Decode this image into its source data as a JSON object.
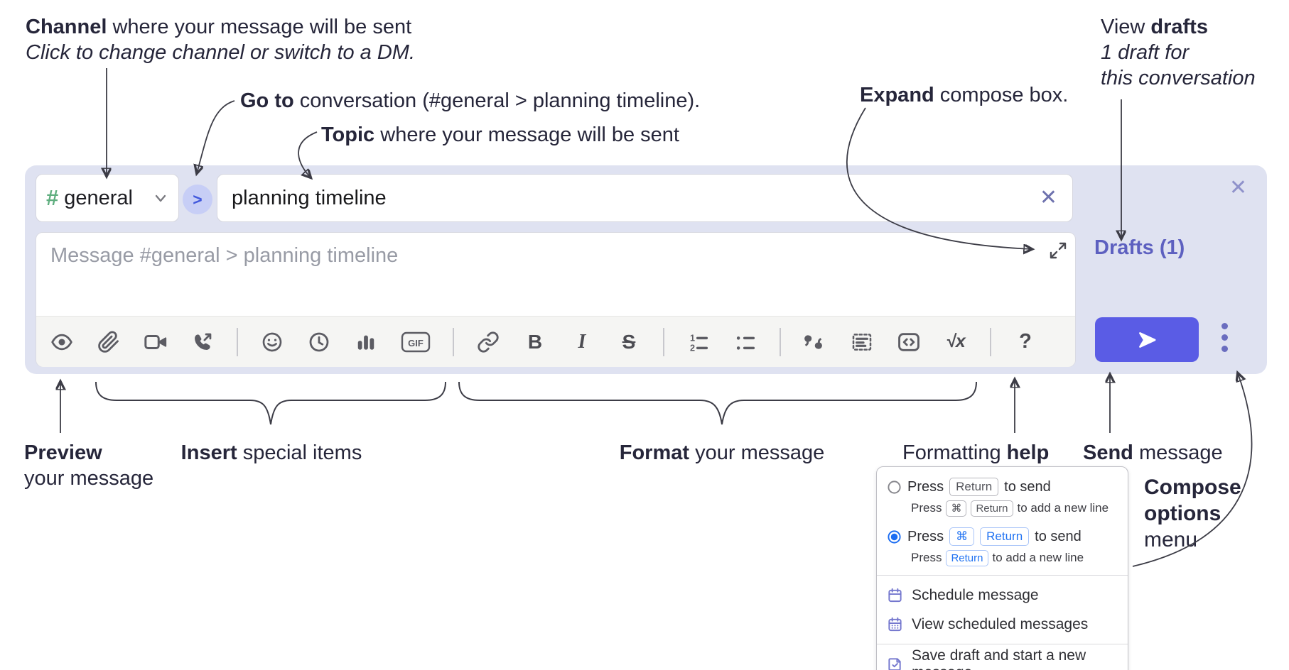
{
  "colors": {
    "panel_bg": "#dfe2f1",
    "send_button": "#5a5ce5",
    "drafts_link": "#5d60c0",
    "channel_green": "#5fae7f",
    "go_chevron_blue": "#4259dd",
    "radio_blue": "#1c6df2",
    "menu_icon_purple": "#7477ce",
    "toolbar_icon_gray": "#5c5c63",
    "annotation_ink": "#26263a"
  },
  "notes": {
    "channel": {
      "bold": "Channel",
      "rest": " where your message will be sent",
      "line2": "Click to change channel or switch to a DM."
    },
    "goto": {
      "bold": "Go to",
      "rest": " conversation (#general > planning timeline)."
    },
    "topic": {
      "bold": "Topic",
      "rest": " where your message will be sent"
    },
    "expand": {
      "bold": "Expand",
      "rest": " compose box."
    },
    "drafts": {
      "line1_pre": "View ",
      "line1_bold": "drafts",
      "line2": "1 draft for",
      "line3": "this conversation"
    },
    "preview": {
      "bold": "Preview",
      "line2": "your message"
    },
    "insert": {
      "bold": "Insert",
      "rest": " special items"
    },
    "format": {
      "bold": "Format",
      "rest": " your message"
    },
    "help": {
      "pre": "Formatting ",
      "bold": "help"
    },
    "send": {
      "bold": "Send",
      "rest": " message"
    },
    "compose": {
      "line1": "Compose",
      "line2": "options",
      "line3": "menu"
    }
  },
  "composer": {
    "channel_hash": "#",
    "channel_name": "general",
    "go_label": ">",
    "topic_value": "planning timeline",
    "topic_clear": "✕",
    "close": "✕",
    "message_placeholder": "Message #general > planning timeline",
    "drafts_label": "Drafts (1)",
    "gif": "GIF",
    "bold": "B",
    "italic": "I",
    "strike": "S",
    "formula": "√x",
    "help": "?"
  },
  "icons": {
    "ol1": "1",
    "ol2": "2",
    "toolbar_order": [
      "preview-eye",
      "attach-paperclip",
      "video",
      "audio-call",
      "emoji",
      "clock",
      "poll-chart",
      "gif",
      "link",
      "bold",
      "italic",
      "strikethrough",
      "ordered-list",
      "bulleted-list",
      "blockquote",
      "snippet-block",
      "inline-code",
      "formula",
      "formatting-help"
    ]
  },
  "menu": {
    "opt1": {
      "t1": "Press",
      "k1": "Return",
      "t2": "to send",
      "s1": "Press",
      "sk1": "⌘",
      "sk2": "Return",
      "s2": "to add a new line"
    },
    "opt2": {
      "t1": "Press",
      "k1": "⌘",
      "k2": "Return",
      "t2": "to send",
      "s1": "Press",
      "sk1": "Return",
      "s2": "to add a new line"
    },
    "item_schedule": "Schedule message",
    "item_view": "View scheduled messages",
    "item_save": "Save draft and start a new message"
  }
}
